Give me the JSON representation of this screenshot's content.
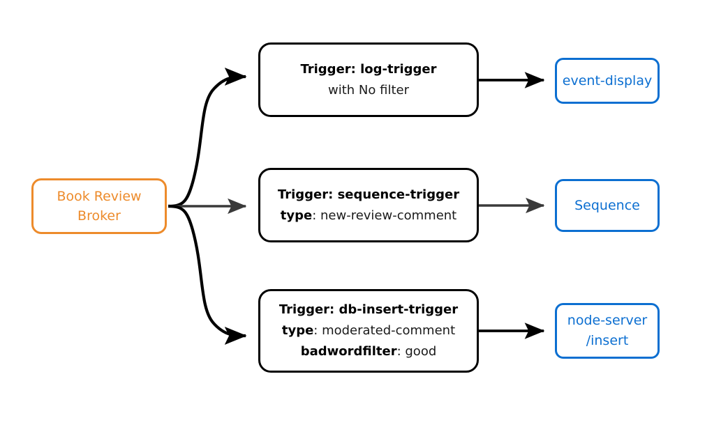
{
  "diagram": {
    "type": "event-broker-trigger-flow",
    "colors": {
      "broker_orange": "#ED8B2B",
      "sink_blue": "#0C6FD1",
      "edge_black": "#000000",
      "edge_gray": "#3A3A3A",
      "background": "#FFFFFF"
    },
    "broker": {
      "name": "book-review-broker",
      "line1": "Book Review",
      "line2": "Broker"
    },
    "triggers": [
      {
        "id": "log-trigger",
        "title_bold": "Trigger: log-trigger",
        "detail_bold": "",
        "detail_normal": "with No filter",
        "extra_bold": "",
        "extra_normal": ""
      },
      {
        "id": "sequence-trigger",
        "title_bold": "Trigger: sequence-trigger",
        "detail_bold": "type",
        "detail_normal": ": new-review-comment",
        "extra_bold": "",
        "extra_normal": ""
      },
      {
        "id": "db-insert-trigger",
        "title_bold": "Trigger: db-insert-trigger",
        "detail_bold": "type",
        "detail_normal": ": moderated-comment",
        "extra_bold": "badwordfilter",
        "extra_normal": ": good"
      }
    ],
    "sinks": [
      {
        "id": "event-display",
        "line1": "event-display",
        "line2": ""
      },
      {
        "id": "sequence",
        "line1": "Sequence",
        "line2": ""
      },
      {
        "id": "node-server-insert",
        "line1": "node-server",
        "line2": "/insert"
      }
    ],
    "edges": [
      {
        "id": "broker-to-log-trigger",
        "style": "curved",
        "color": "#000000"
      },
      {
        "id": "broker-to-sequence-trigger",
        "style": "straight",
        "color": "#3A3A3A"
      },
      {
        "id": "broker-to-db-insert-trigger",
        "style": "curved",
        "color": "#000000"
      },
      {
        "id": "log-trigger-to-event-display",
        "style": "straight",
        "color": "#000000"
      },
      {
        "id": "sequence-trigger-to-sequence",
        "style": "straight",
        "color": "#3A3A3A"
      },
      {
        "id": "db-insert-trigger-to-node-server",
        "style": "straight",
        "color": "#000000"
      }
    ]
  }
}
